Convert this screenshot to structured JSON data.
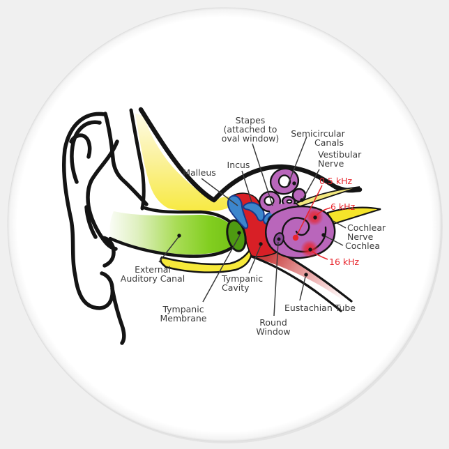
{
  "sticker": {
    "shape": "round-sticker",
    "background_color": "#F0F0F0",
    "face_color": "#FFFFFF",
    "rim_color": "#DEDEDE"
  },
  "diagram": {
    "subject": "anatomy-of-the-human-ear",
    "labels": {
      "stapes": [
        "Stapes",
        "(attached to",
        "oval window)"
      ],
      "semicircular_canals": [
        "Semicircular",
        "Canals"
      ],
      "vestibular_nerve": [
        "Vestibular",
        "Nerve"
      ],
      "incus": "Incus",
      "malleus": "Malleus",
      "cochlear_nerve": [
        "Cochlear",
        "Nerve"
      ],
      "cochlea": "Cochlea",
      "external_auditory_canal": [
        "External",
        "Auditory Canal"
      ],
      "tympanic_cavity": [
        "Tympanic",
        "Cavity"
      ],
      "tympanic_membrane": [
        "Tympanic",
        "Membrane"
      ],
      "round_window": [
        "Round",
        "Window"
      ],
      "eustachian_tube": "Eustachian Tube"
    },
    "frequency_markers": {
      "low": "0.5 kHz",
      "mid": "6 kHz",
      "high": "16 kHz"
    },
    "colors": {
      "bone_yellow": "#F7E93A",
      "bone_pale_yellow": "#FFFDF0",
      "canal_green": "#7CCB1C",
      "membrane_green": "#4E9A12",
      "tympanic_cavity_red": "#D81F26",
      "ossicle_blue": "#3C86CC",
      "ossicle_outline_blue": "#173A8C",
      "labyrinth_purple": "#B966BB",
      "round_window_purple": "#8A4B9A",
      "eustachian_pink": "#E89A9A",
      "nerve_yellow": "#F5E42A",
      "pale_nerve_yellow": "#F3E87E",
      "frequency_red": "#E8252C",
      "label_gray": "#3A3A3A",
      "outline_black": "#141414"
    }
  }
}
